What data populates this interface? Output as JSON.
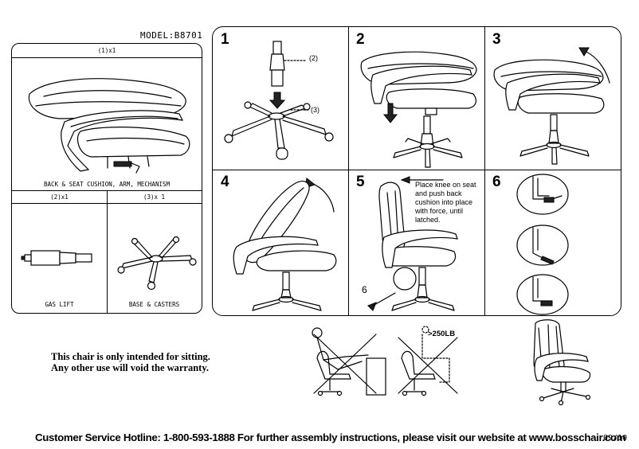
{
  "header": {
    "model": "MODEL:B8701"
  },
  "parts": {
    "p1": {
      "qty": "(1)x1",
      "caption": "BACK & SEAT CUSHION, ARM, MECHANISM"
    },
    "p2": {
      "qty": "(2)x1",
      "caption": "GAS LIFT"
    },
    "p3": {
      "qty": "(3)x 1",
      "caption": "BASE & CASTERS"
    }
  },
  "steps": [
    {
      "number": "1",
      "callouts": [
        "(2)",
        "(3)"
      ]
    },
    {
      "number": "2"
    },
    {
      "number": "3"
    },
    {
      "number": "4"
    },
    {
      "number": "5",
      "instruction": "Place knee on seat and push back cushion into place with force, until latched.",
      "pointer": "6"
    },
    {
      "number": "6"
    }
  ],
  "warnings": {
    "weight_limit": ">250LB"
  },
  "notice": {
    "line1": "This chair is only intended for sitting.",
    "line2": "Any other use will void the warranty."
  },
  "footer": {
    "hotline": "Customer Service Hotline: 1-800-593-1888 For further assembly instructions, please visit our website at www.bosschair.com",
    "page": "09/10"
  }
}
